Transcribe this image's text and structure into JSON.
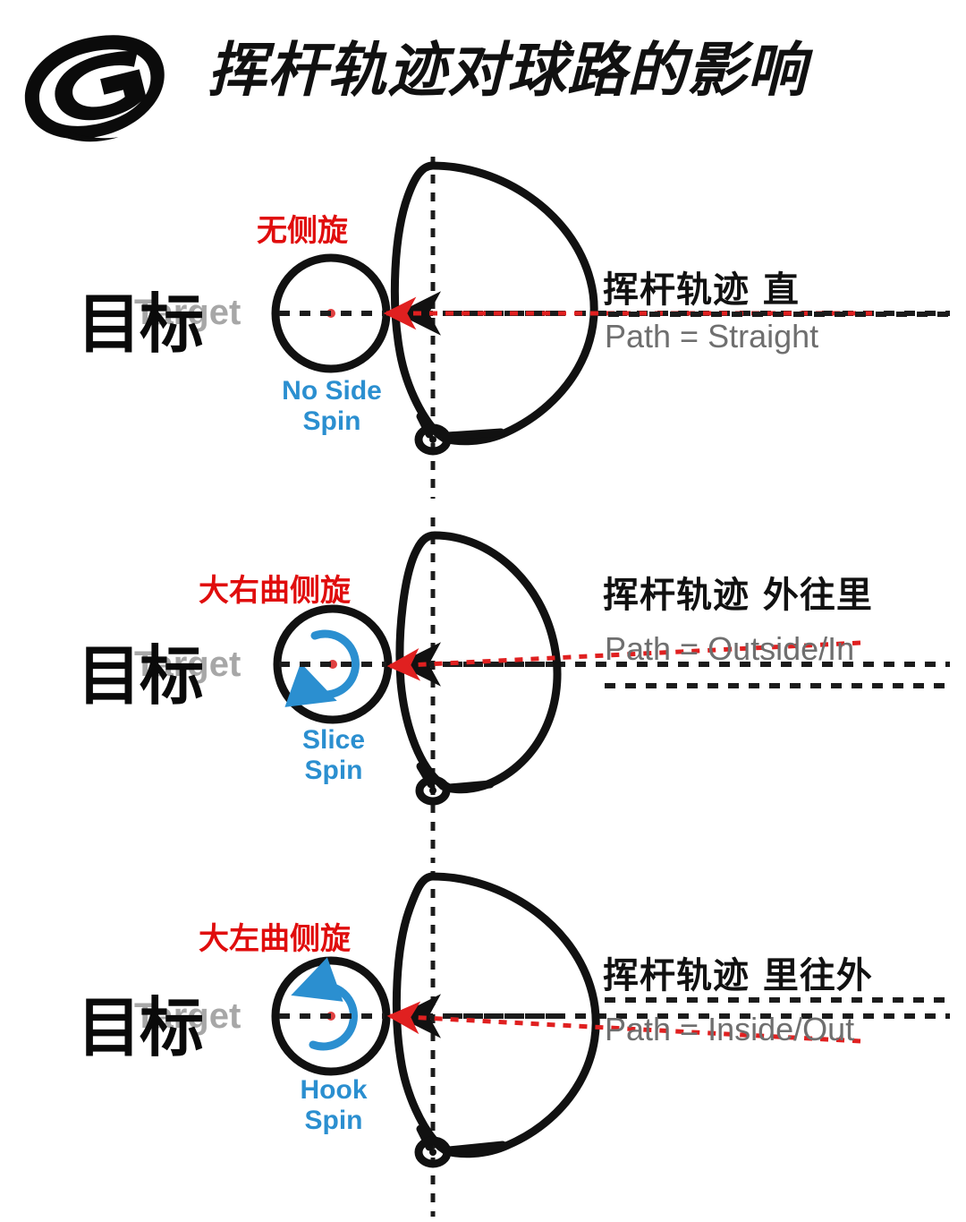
{
  "header": {
    "logo_icon": "g-swoosh-logo",
    "title": "挥杆轨迹对球路的影响"
  },
  "colors": {
    "red": "#e00d0d",
    "blue": "#2b8fd0",
    "gray": "#6f6f6f",
    "black": "#0a0a0a",
    "background": "#ffffff"
  },
  "diagram": {
    "type": "instructional-diagram",
    "subject": "golf swing path vs ball flight",
    "target_label_cn": "目标",
    "target_label_en": "Target"
  },
  "panels": [
    {
      "id": "straight",
      "target_cn": "目标",
      "target_en": "Target",
      "spin_cn": "无侧旋",
      "spin_en": "No Side\nSpin",
      "spin_icon": "no-spin-icon",
      "path_cn": "挥杆轨迹 直",
      "path_en": "Path = Straight",
      "path_direction": "straight",
      "club_icon": "driver-head-top-view",
      "ball_icon": "golf-ball",
      "arrow_icon": "red-path-arrow"
    },
    {
      "id": "outside-in",
      "target_cn": "目标",
      "target_en": "Target",
      "spin_cn": "大右曲侧旋",
      "spin_en": "Slice\nSpin",
      "spin_icon": "clockwise-spin-icon",
      "path_cn": "挥杆轨迹 外往里",
      "path_en": "Path = Outside/In",
      "path_direction": "outside-in",
      "club_icon": "driver-head-top-view",
      "ball_icon": "golf-ball",
      "arrow_icon": "red-path-arrow"
    },
    {
      "id": "inside-out",
      "target_cn": "目标",
      "target_en": "Target",
      "spin_cn": "大左曲侧旋",
      "spin_en": "Hook\nSpin",
      "spin_icon": "counter-clockwise-spin-icon",
      "path_cn": "挥杆轨迹 里往外",
      "path_en": "Path = Inside/Out",
      "path_direction": "inside-out",
      "club_icon": "driver-head-top-view",
      "ball_icon": "golf-ball",
      "arrow_icon": "red-path-arrow"
    }
  ]
}
